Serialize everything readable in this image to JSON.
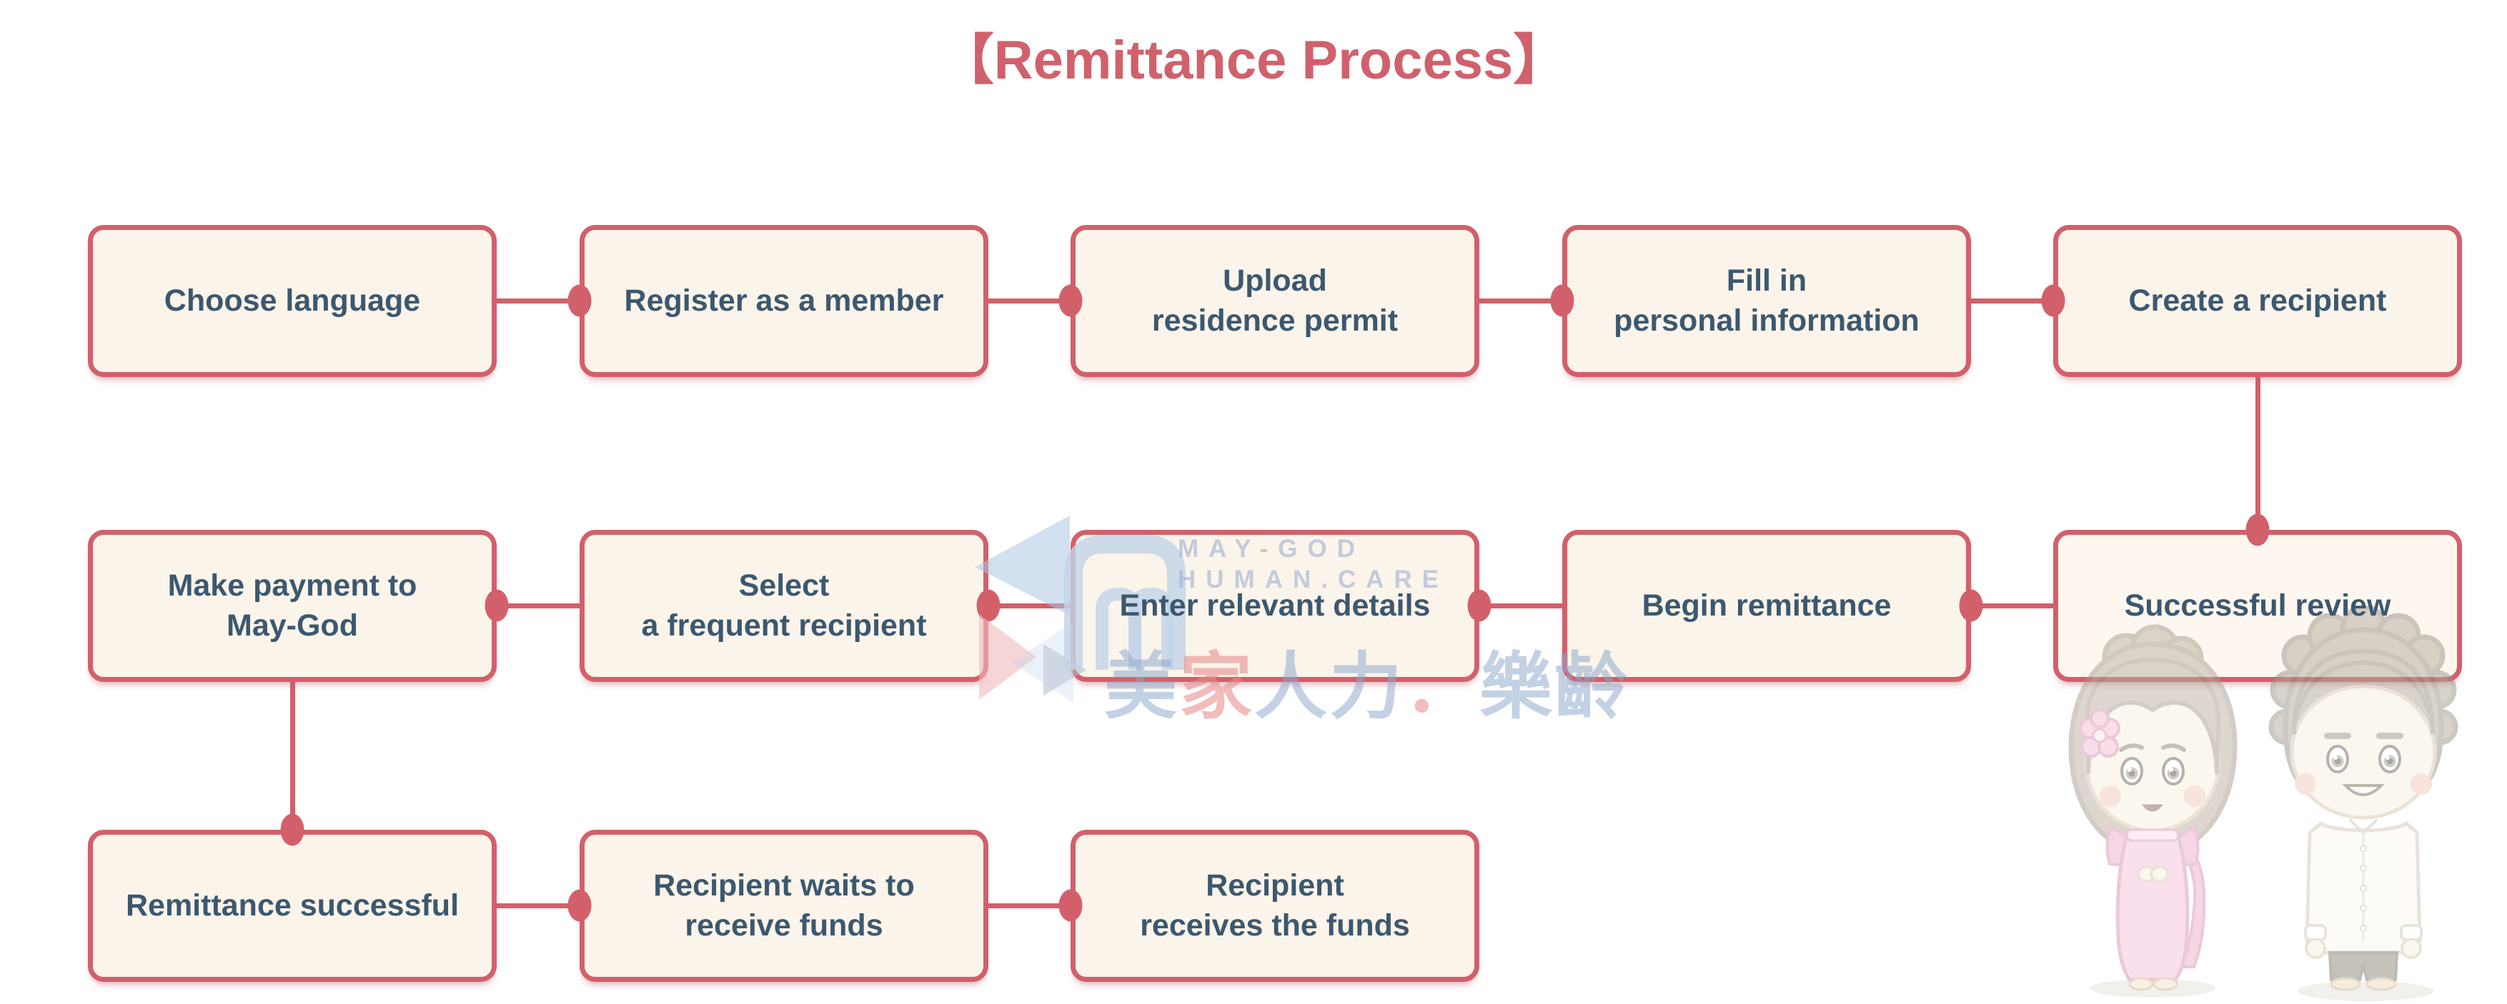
{
  "title": "【Remittance Process】",
  "steps": {
    "row1": [
      {
        "lines": [
          "Choose language"
        ]
      },
      {
        "lines": [
          "Register as a member"
        ]
      },
      {
        "lines": [
          "Upload",
          "residence permit"
        ]
      },
      {
        "lines": [
          "Fill in",
          "personal information"
        ]
      },
      {
        "lines": [
          "Create a recipient"
        ]
      }
    ],
    "row2": [
      {
        "lines": [
          "Make payment to",
          "May-God"
        ]
      },
      {
        "lines": [
          "Select",
          "a frequent recipient"
        ]
      },
      {
        "lines": [
          "Enter relevant details"
        ]
      },
      {
        "lines": [
          "Begin remittance"
        ]
      },
      {
        "lines": [
          "Successful review"
        ]
      }
    ],
    "row3": [
      {
        "lines": [
          "Remittance successful"
        ]
      },
      {
        "lines": [
          "Recipient waits to",
          "receive funds"
        ]
      },
      {
        "lines": [
          "Recipient",
          "receives the funds"
        ]
      }
    ]
  },
  "flow_order": [
    "Choose language",
    "Register as a member",
    "Upload residence permit",
    "Fill in personal information",
    "Create a recipient",
    "Successful review",
    "Begin remittance",
    "Enter relevant details",
    "Select a frequent recipient",
    "Make payment to May-God",
    "Remittance successful",
    "Recipient waits to receive funds",
    "Recipient receives the funds"
  ],
  "watermark": {
    "brand_en_1": "MAY-GOD",
    "brand_en_2": "HUMAN.CARE",
    "cjk_1": "美",
    "cjk_2": "家",
    "cjk_3": "人力",
    "cjk_4": "．",
    "cjk_5": "樂齡"
  },
  "colors": {
    "title": "#d0616c",
    "box_border": "#d2606b",
    "box_fill": "#fbf4ea",
    "box_text": "#3c586f",
    "connector": "#d2606b",
    "watermark_blue": "#8ca6cb",
    "watermark_pink": "#e78c8c",
    "background": "#ffffff"
  }
}
